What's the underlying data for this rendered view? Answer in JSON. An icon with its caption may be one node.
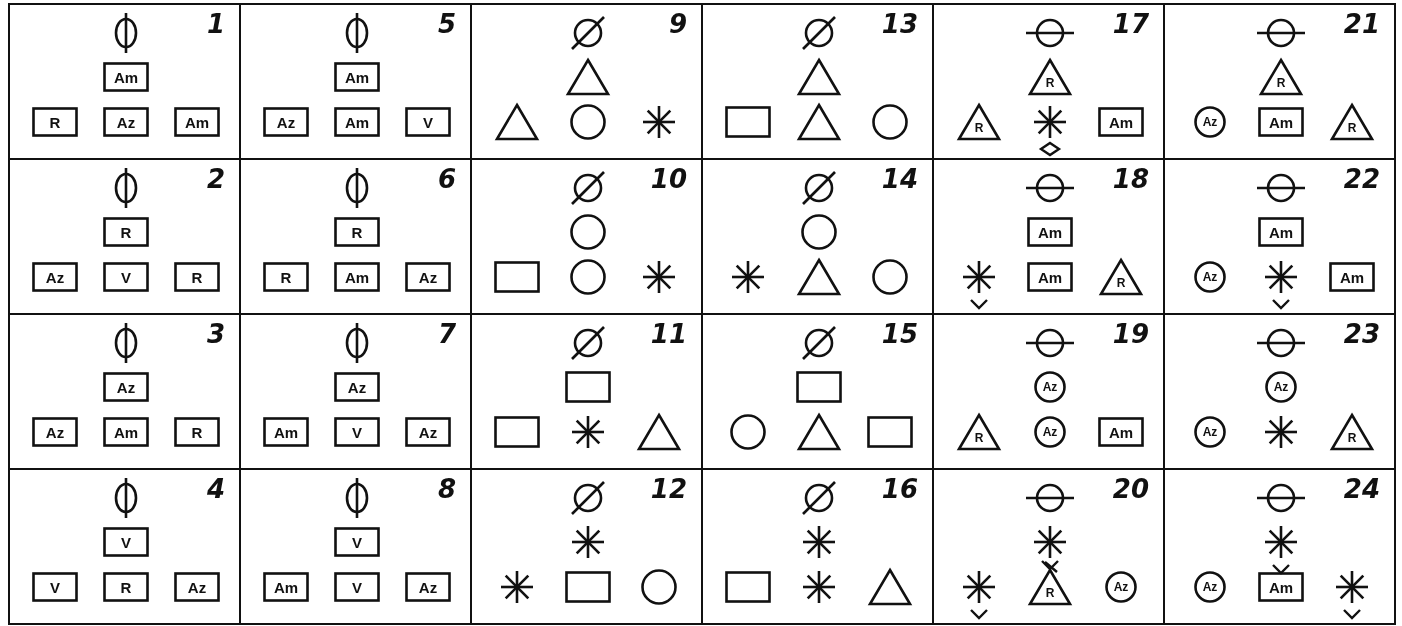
{
  "diagram": {
    "nodes": [
      {
        "text": [
          "1"
        ]
      },
      {
        "text": [
          "Am"
        ],
        "in": 0
      },
      {
        "text": [
          "R"
        ],
        "in": 0
      },
      {
        "text": [
          "Az"
        ],
        "in": 0
      },
      {
        "text": [
          "Am"
        ],
        "in": 0
      },
      {
        "text": [
          "5"
        ]
      },
      {
        "text": [
          "Am"
        ],
        "in": 5
      },
      {
        "text": [
          "Az"
        ],
        "in": 5
      },
      {
        "text": [
          "Am"
        ],
        "in": 5
      },
      {
        "text": [
          "V"
        ],
        "in": 5
      },
      {
        "text": [
          "9"
        ]
      },
      {
        "text": [],
        "shape": "triangle",
        "in": 10
      },
      {
        "text": [],
        "shape": "triangle",
        "in": 10
      },
      {
        "text": [],
        "shape": "circle",
        "in": 10
      },
      {
        "text": [],
        "shape": "asterisk",
        "in": 10
      },
      {
        "text": [
          "13"
        ]
      },
      {
        "text": [],
        "shape": "triangle",
        "in": 15
      },
      {
        "text": [],
        "shape": "box",
        "in": 15
      },
      {
        "text": [],
        "shape": "triangle",
        "in": 15
      },
      {
        "text": [],
        "shape": "circle",
        "in": 15
      },
      {
        "text": [
          "17"
        ]
      },
      {
        "text": [
          "R"
        ],
        "in": 20
      },
      {
        "text": [
          "R"
        ],
        "in": 20
      },
      {
        "text": [],
        "shape": "asterisk",
        "in": 20
      },
      {
        "text": [
          "Am"
        ],
        "in": 20
      },
      {
        "text": [
          "21"
        ]
      },
      {
        "text": [
          "R"
        ],
        "in": 25
      },
      {
        "text": [
          "Az"
        ],
        "in": 25
      },
      {
        "text": [
          "Am"
        ],
        "in": 25
      },
      {
        "text": [
          "R"
        ],
        "in": 25
      },
      {
        "text": [
          "2"
        ]
      },
      {
        "text": [
          "R"
        ],
        "in": 30
      },
      {
        "text": [
          "Az"
        ],
        "in": 30
      },
      {
        "text": [
          "V"
        ],
        "in": 30
      },
      {
        "text": [
          "R"
        ],
        "in": 30
      },
      {
        "text": [
          "6"
        ]
      },
      {
        "text": [
          "R"
        ],
        "in": 35
      },
      {
        "text": [
          "R"
        ],
        "in": 35
      },
      {
        "text": [
          "Am"
        ],
        "in": 35
      },
      {
        "text": [
          "Az"
        ],
        "in": 35
      },
      {
        "text": [
          "10"
        ]
      },
      {
        "text": [],
        "shape": "circle",
        "in": 40
      },
      {
        "text": [],
        "shape": "box",
        "in": 40
      },
      {
        "text": [],
        "shape": "circle",
        "in": 40
      },
      {
        "text": [],
        "shape": "asterisk",
        "in": 40
      },
      {
        "text": [
          "14"
        ]
      },
      {
        "text": [],
        "shape": "circle",
        "in": 45
      },
      {
        "text": [],
        "shape": "asterisk",
        "in": 45
      },
      {
        "text": [],
        "shape": "triangle",
        "in": 45
      },
      {
        "text": [],
        "shape": "circle",
        "in": 45
      },
      {
        "text": [
          "18"
        ]
      },
      {
        "text": [
          "Am"
        ],
        "in": 50
      },
      {
        "text": [],
        "shape": "asterisk",
        "in": 50
      },
      {
        "text": [
          "Am"
        ],
        "in": 50
      },
      {
        "text": [
          "R"
        ],
        "in": 50
      },
      {
        "text": [
          "22"
        ]
      },
      {
        "text": [
          "Am"
        ],
        "in": 55
      },
      {
        "text": [
          "Az"
        ],
        "in": 55
      },
      {
        "text": [],
        "shape": "asterisk",
        "in": 55
      },
      {
        "text": [
          "Am"
        ],
        "in": 55
      },
      {
        "text": [
          "3"
        ]
      },
      {
        "text": [
          "Az"
        ],
        "in": 60
      },
      {
        "text": [
          "Az"
        ],
        "in": 60
      },
      {
        "text": [
          "Am"
        ],
        "in": 60
      },
      {
        "text": [
          "R"
        ],
        "in": 60
      },
      {
        "text": [
          "7"
        ]
      },
      {
        "text": [
          "Az"
        ],
        "in": 65
      },
      {
        "text": [
          "Am"
        ],
        "in": 65
      },
      {
        "text": [
          "V"
        ],
        "in": 65
      },
      {
        "text": [
          "Az"
        ],
        "in": 65
      },
      {
        "text": [
          "11"
        ]
      },
      {
        "text": [],
        "shape": "box",
        "in": 70
      },
      {
        "text": [],
        "shape": "box",
        "in": 70
      },
      {
        "text": [],
        "shape": "asterisk",
        "in": 70
      },
      {
        "text": [],
        "shape": "triangle",
        "in": 70
      },
      {
        "text": [
          "15"
        ]
      },
      {
        "text": [],
        "shape": "box",
        "in": 75
      },
      {
        "text": [],
        "shape": "circle",
        "in": 75
      },
      {
        "text": [],
        "shape": "triangle",
        "in": 75
      },
      {
        "text": [],
        "shape": "box",
        "in": 75
      },
      {
        "text": [
          "19"
        ]
      },
      {
        "text": [
          "Az"
        ],
        "in": 80
      },
      {
        "text": [
          "R"
        ],
        "in": 80
      },
      {
        "text": [
          "Az"
        ],
        "in": 80
      },
      {
        "text": [
          "Am"
        ],
        "in": 80
      },
      {
        "text": [
          "23"
        ]
      },
      {
        "text": [
          "Az"
        ],
        "in": 85
      },
      {
        "text": [
          "Az"
        ],
        "in": 85
      },
      {
        "text": [],
        "shape": "asterisk",
        "in": 85
      },
      {
        "text": [
          "R"
        ],
        "in": 85
      },
      {
        "text": [
          "4"
        ]
      },
      {
        "text": [
          "V"
        ],
        "in": 90
      },
      {
        "text": [
          "V"
        ],
        "in": 90
      },
      {
        "text": [
          "R"
        ],
        "in": 90
      },
      {
        "text": [
          "Az"
        ],
        "in": 90
      },
      {
        "text": [
          "8"
        ]
      },
      {
        "text": [
          "V"
        ],
        "in": 95
      },
      {
        "text": [
          "Am"
        ],
        "in": 95
      },
      {
        "text": [
          "V"
        ],
        "in": 95
      },
      {
        "text": [
          "Az"
        ],
        "in": 95
      },
      {
        "text": [
          "12"
        ]
      },
      {
        "text": [],
        "shape": "asterisk",
        "in": 100
      },
      {
        "text": [],
        "shape": "asterisk",
        "in": 100
      },
      {
        "text": [],
        "shape": "box",
        "in": 100
      },
      {
        "text": [],
        "shape": "circle",
        "in": 100
      },
      {
        "text": [
          "16"
        ]
      },
      {
        "text": [],
        "shape": "asterisk",
        "in": 105
      },
      {
        "text": [],
        "shape": "box",
        "in": 105
      },
      {
        "text": [],
        "shape": "asterisk",
        "in": 105
      },
      {
        "text": [],
        "shape": "triangle",
        "in": 105
      },
      {
        "text": [
          "20"
        ]
      },
      {
        "text": [],
        "shape": "asterisk",
        "in": 110
      },
      {
        "text": [],
        "shape": "asterisk",
        "in": 110
      },
      {
        "text": [
          "R"
        ],
        "in": 110
      },
      {
        "text": [
          "Az"
        ],
        "in": 110
      },
      {
        "text": [
          "24"
        ]
      },
      {
        "text": [],
        "shape": "asterisk",
        "in": 115
      },
      {
        "text": [
          "Az"
        ],
        "in": 115
      },
      {
        "text": [
          "Am"
        ],
        "in": 115
      },
      {
        "text": [],
        "shape": "asterisk",
        "in": 115
      }
    ]
  }
}
